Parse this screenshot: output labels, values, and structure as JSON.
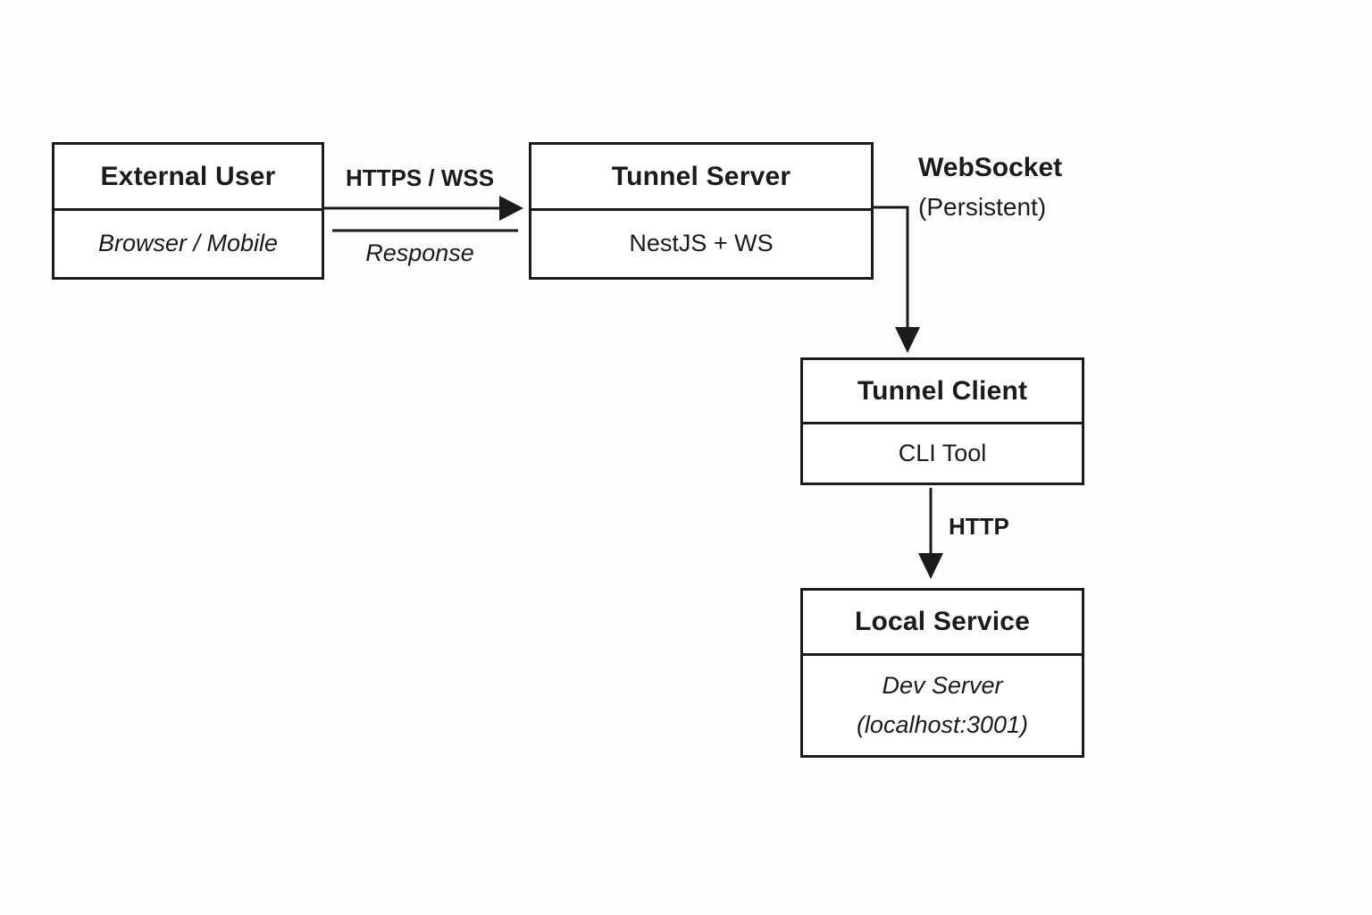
{
  "theme": {
    "background": "#fdfdfd",
    "surface": "#ffffff",
    "ink": "#1b1b1b"
  },
  "diagram": {
    "nodes": [
      {
        "id": "external-user",
        "title": "External User",
        "subtitle": "Browser / Mobile"
      },
      {
        "id": "tunnel-server",
        "title": "Tunnel Server",
        "subtitle": "NestJS + WS"
      },
      {
        "id": "tunnel-client",
        "title": "Tunnel Client",
        "subtitle": "CLI Tool"
      },
      {
        "id": "local-service",
        "title": "Local Service",
        "subtitle": "Dev Server",
        "subtitle2": "(localhost:3001)"
      }
    ],
    "edges": [
      {
        "id": "request",
        "from": "external-user",
        "to": "tunnel-server",
        "label": "HTTPS / WSS"
      },
      {
        "id": "response",
        "from": "tunnel-server",
        "to": "external-user",
        "label": "Response"
      },
      {
        "id": "websocket",
        "from": "tunnel-server",
        "to": "tunnel-client",
        "label": "WebSocket",
        "sublabel": "(Persistent)"
      },
      {
        "id": "http",
        "from": "tunnel-client",
        "to": "local-service",
        "label": "HTTP"
      }
    ]
  }
}
